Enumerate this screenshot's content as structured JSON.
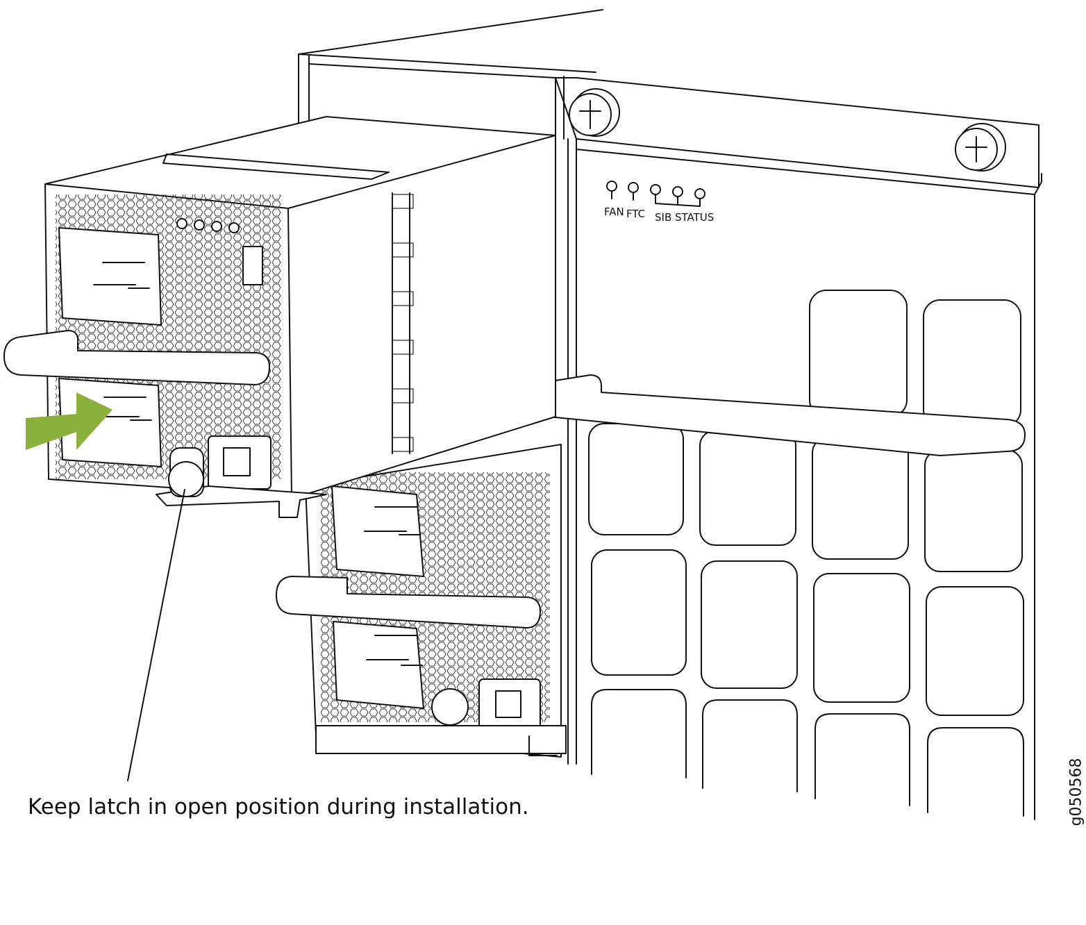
{
  "callout": {
    "text": "Keep latch in open position during installation."
  },
  "figure_id": "g050568",
  "panel": {
    "led_labels": {
      "fan": "FAN",
      "ftc": "FTC",
      "sib_status": "SIB STATUS"
    }
  },
  "colors": {
    "arrow": "#8cb03c",
    "line": "#111111"
  }
}
